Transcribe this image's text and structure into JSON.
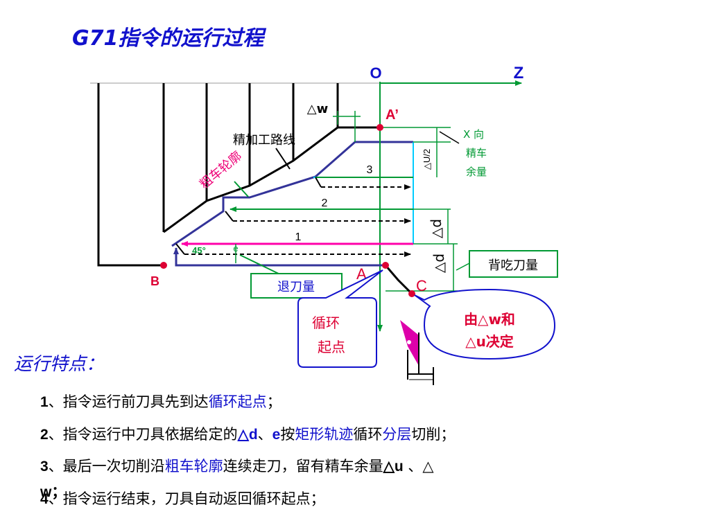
{
  "title": "G71指令的运行过程",
  "diagram": {
    "axis_o": "O",
    "axis_z": "Z",
    "axis_x": "X",
    "point_a_prime": "A’",
    "point_a": "A",
    "point_b": "B",
    "point_c": "C",
    "delta_w": "△w",
    "delta_u2": "△U/2",
    "delta_d_upper": "△d",
    "delta_d_lower": "△d",
    "pass_1": "1",
    "pass_2": "2",
    "pass_3": "3",
    "angle_45": "45°",
    "e_symbol": "e",
    "finishing_path": "精加工路线",
    "rough_contour": "粗车轮廓",
    "x_allowance_1": "X 向",
    "x_allowance_2": "精车",
    "x_allowance_3": "余量",
    "retract": "退刀量",
    "depth_of_cut": "背吃刀量",
    "cycle_start_1": "循环",
    "cycle_start_2": "起点",
    "determined_1": "由△w和",
    "determined_2": "△u决定"
  },
  "features": {
    "heading": "运行特点：",
    "item1": {
      "num": "1",
      "pre": "、指令运行前刀具先到达",
      "hl": "循环起点",
      "post": "；"
    },
    "item2": {
      "num": "2",
      "pre": "、指令运行中刀具依据给定的",
      "d": "△d",
      "sep": "、",
      "e": "e",
      "mid1": "按",
      "hl1": "矩形轨迹",
      "mid2": "循环",
      "hl2": "分层",
      "post": "切削；"
    },
    "item3": {
      "num": "3",
      "pre": "、最后一次切削沿",
      "hl": "粗车轮廓",
      "mid": "连续走刀，留有精车余量",
      "du": "△u",
      "sep": " 、△",
      "w": "w；"
    },
    "item4": {
      "num": "4",
      "text": "、指令运行结束，刀具自动返回循环起点；"
    }
  },
  "colors": {
    "title_blue": "#1111cc",
    "path_navy": "#333399",
    "green": "#009933",
    "magenta": "#ff00aa",
    "cyan": "#00ccff",
    "red_point": "#dd0033"
  }
}
